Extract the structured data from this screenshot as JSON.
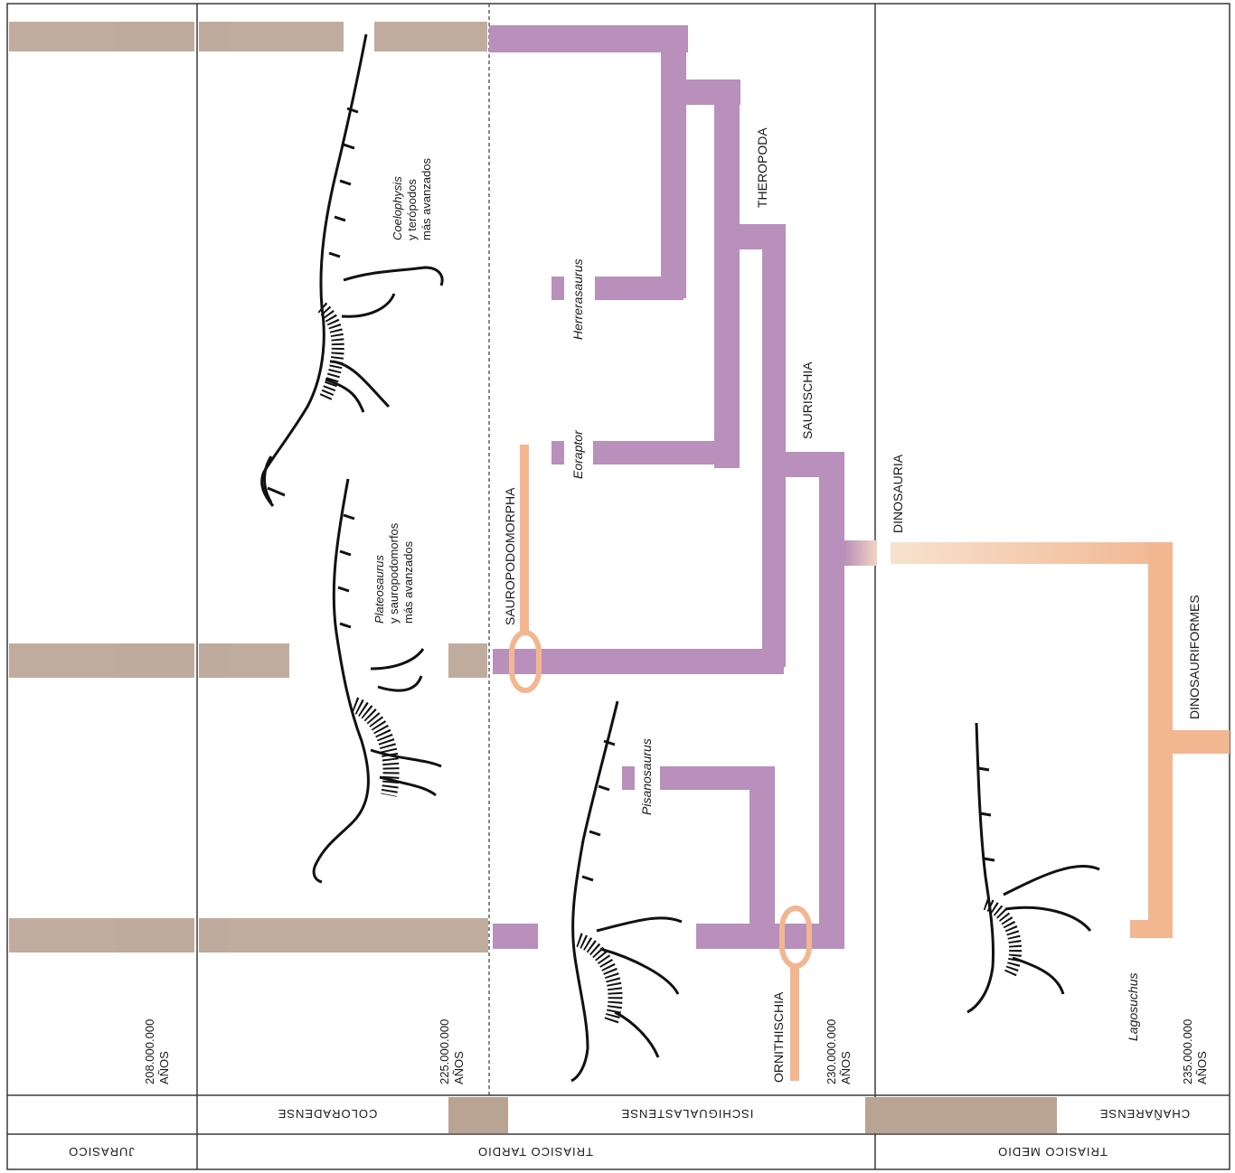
{
  "colors": {
    "background": "#ffffff",
    "saurischia_bar": "#b98fbb",
    "dinosauriform_bar": "#f2b691",
    "outgroup_bar": "#f2b691",
    "stratigraphic_band": "#b9a393",
    "frame": "#333333"
  },
  "periods": {
    "jurasico": "JURASICO",
    "triasico_tardio": "TRIASICO TARDIO",
    "triasico_medio": "TRIASICO MEDIO"
  },
  "formations": {
    "coloradense": "COLORADENSE",
    "ischigualastense": "ISCHIGUALASTENSE",
    "chanarense": "CHAÑARENSE"
  },
  "ages": {
    "a208": "208.000.000\nAÑOS",
    "a225": "225.000.000\nAÑOS",
    "a230": "230.000.000\nAÑOS",
    "a235": "235.000.000\nAÑOS"
  },
  "clades": {
    "theropoda": "THEROPODA",
    "saurischia": "SAURISCHIA",
    "dinosauria": "DINOSAURIA",
    "dinosauriformes": "DINOSAURIFORMES",
    "sauropodomorpha": "SAUROPODOMORPHA",
    "ornithischia": "ORNITHISCHIA"
  },
  "taxa": {
    "herrerasaurus": "Herrerasaurus",
    "eoraptor": "Eoraptor",
    "pisanosaurus": "Pisanosaurus",
    "lagosuchus": "Lagosuchus"
  },
  "captions": {
    "coelophysis": "Coelophysis\ny terópodos\nmás avanzados",
    "plateosaurus": "Plateosaurus\ny sauropodomorfos\nmás avanzados"
  },
  "icons": {
    "coelophysis_skeleton": "coelophysis-skeleton-icon",
    "plateosaurus_skeleton": "plateosaurus-skeleton-icon",
    "pisanosaurus_skeleton": "pisanosaurus-skeleton-icon",
    "lagosuchus_skeleton": "lagosuchus-skeleton-icon"
  }
}
